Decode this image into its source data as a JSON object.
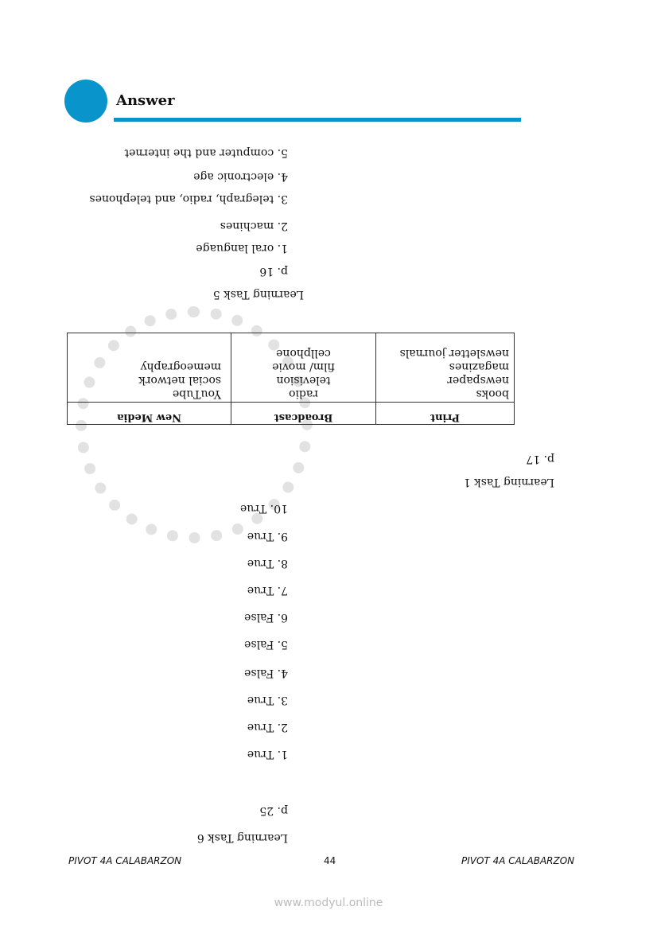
{
  "header": {
    "title": "Answer"
  },
  "task5": {
    "heading": "Learning Task 5",
    "page": "p. 16",
    "items": [
      "1. oral language",
      "2. machines",
      "3. telegraph, radio, and telephones",
      "4. electronic age",
      "5. computer and the internet"
    ]
  },
  "task1": {
    "heading": "Learning Task 1",
    "page": "p. 17",
    "headers": [
      "Print",
      "Broadcast",
      "New Media"
    ],
    "columns": [
      [
        "books",
        "newspaper",
        "magazines",
        "newsletter journals"
      ],
      [
        "radio",
        "television",
        "film/ movie",
        "cellphone"
      ],
      [
        "YouTube",
        "social network",
        "memeography"
      ]
    ]
  },
  "task6": {
    "heading": "Learning Task 6",
    "page": "p. 25",
    "items": [
      "1. True",
      "2. True",
      "3. True",
      "4. False",
      "5. False",
      "6. False",
      "7. True",
      "8. True",
      "9. True",
      "10. True"
    ]
  },
  "footer": {
    "left": "PIVOT 4A CALABARZON",
    "page": "44",
    "right": "PIVOT 4A CALABARZON"
  },
  "watermark": "www.modyul.online"
}
